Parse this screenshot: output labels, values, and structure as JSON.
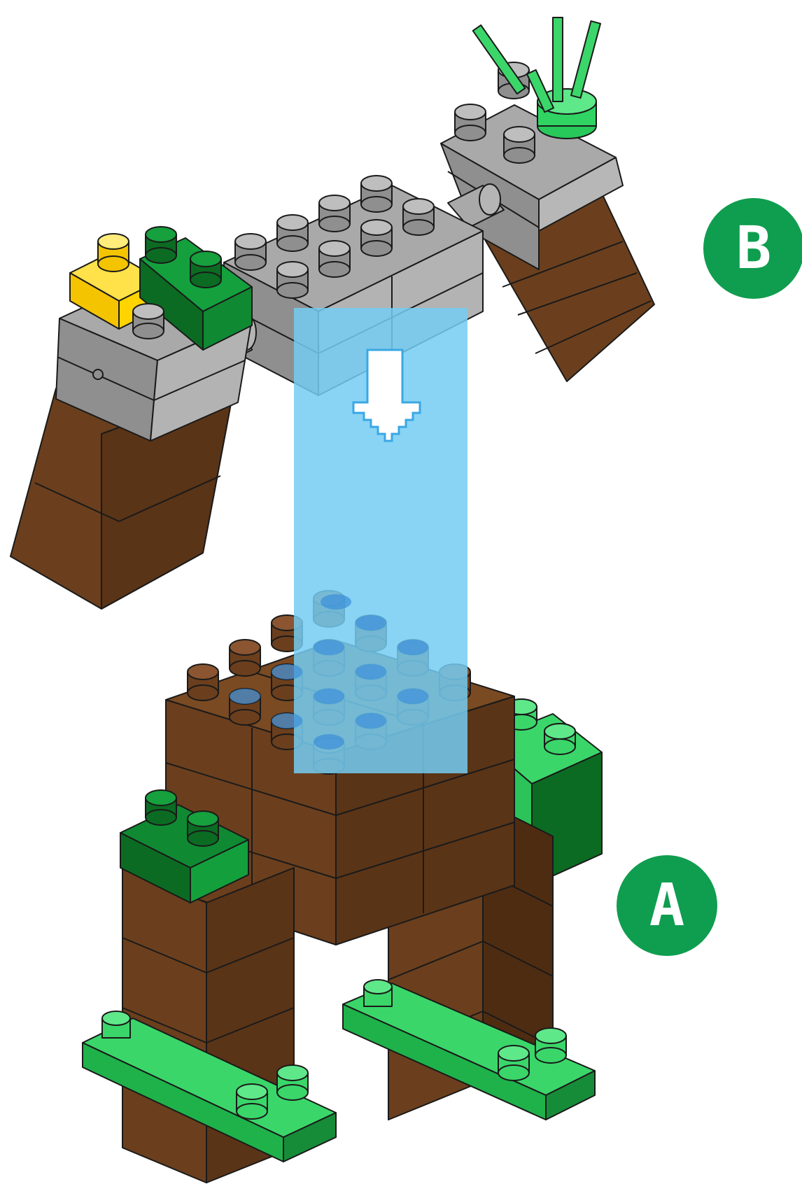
{
  "labels": {
    "sub_assembly_b": "B",
    "sub_assembly_a": "A"
  },
  "colors": {
    "badge_green": "#0F9D4F",
    "brown": "#6B3F1D",
    "gray": "#9C9C9C",
    "light_green": "#34D163",
    "dark_green": "#0B6B22",
    "yellow": "#FFD400",
    "blue_beam": "#74CCF2"
  },
  "instruction": {
    "arrow_direction": "down",
    "arrow_icon": "pixel-down-arrow-icon"
  }
}
